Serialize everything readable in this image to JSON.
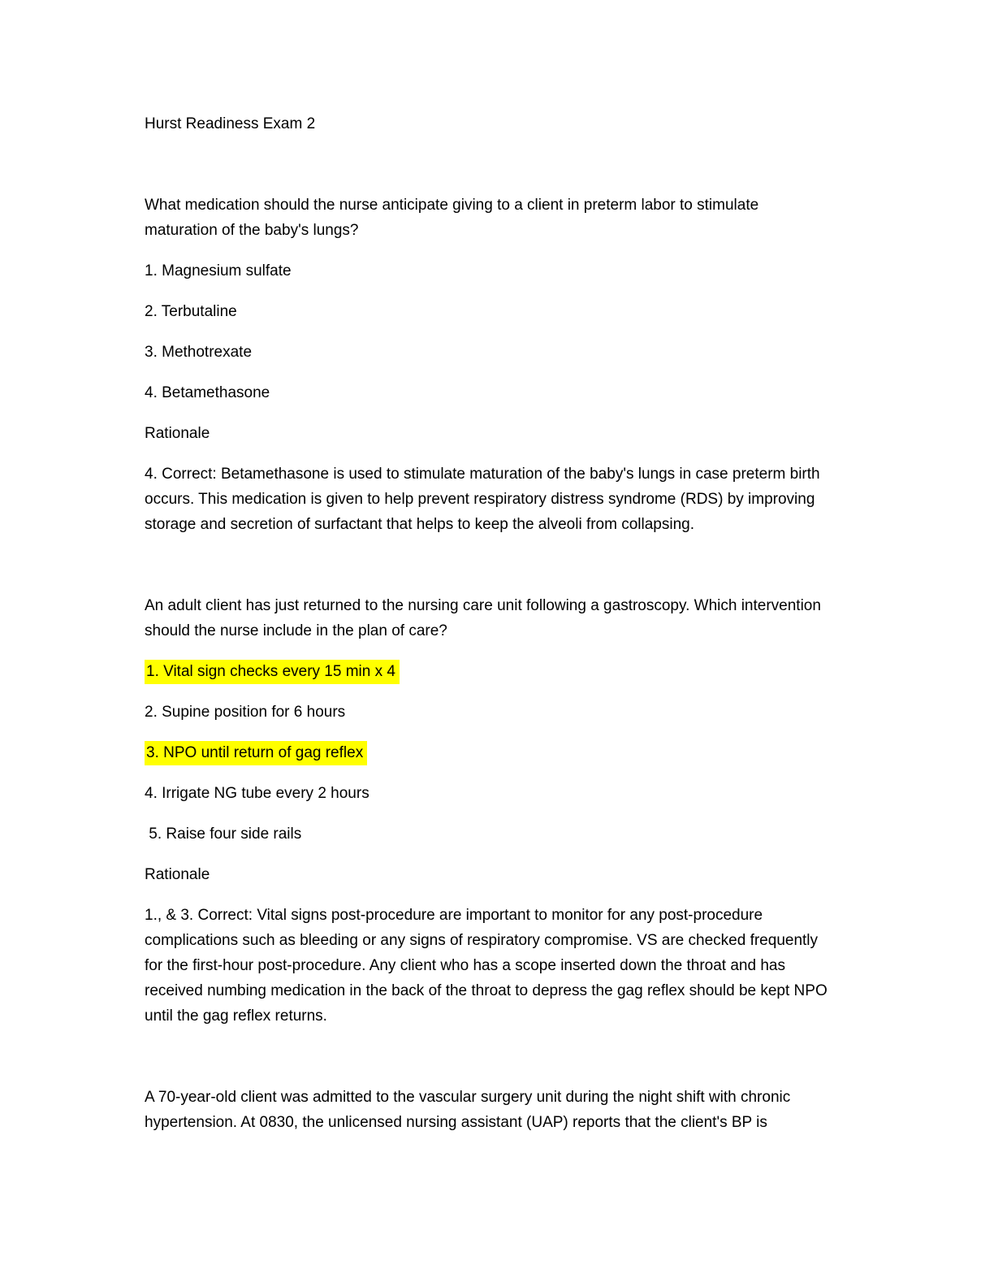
{
  "document": {
    "title": "Hurst Readiness Exam 2",
    "text_color": "#000000",
    "background_color": "#ffffff",
    "highlight_color": "#ffff00"
  },
  "questions": [
    {
      "stem": "What medication should the nurse anticipate giving to a client in preterm labor to stimulate maturation of the baby's lungs?",
      "options": [
        {
          "text": "1. Magnesium sulfate",
          "highlighted": false
        },
        {
          "text": "2. Terbutaline",
          "highlighted": false
        },
        {
          "text": "3. Methotrexate",
          "highlighted": false
        },
        {
          "text": "4. Betamethasone",
          "highlighted": false
        }
      ],
      "rationale_label": "Rationale",
      "rationale": "4. Correct: Betamethasone is used to stimulate maturation of the baby's lungs in case preterm birth occurs. This medication is given to help prevent respiratory distress syndrome (RDS) by improving storage and secretion of surfactant that helps to keep the alveoli from collapsing."
    },
    {
      "stem": "An adult client has just returned to the nursing care unit following a gastroscopy. Which intervention should the nurse include in the plan of care?",
      "options": [
        {
          "text": "1. Vital sign checks every 15 min x 4",
          "highlighted": true
        },
        {
          "text": "2. Supine position for 6 hours",
          "highlighted": false
        },
        {
          "text": "3. NPO until return of gag reflex",
          "highlighted": true
        },
        {
          "text": "4. Irrigate NG tube every 2 hours",
          "highlighted": false
        },
        {
          "text": " 5. Raise four side rails",
          "highlighted": false
        }
      ],
      "rationale_label": "Rationale",
      "rationale": "1., & 3. Correct: Vital signs post-procedure are important to monitor for any post-procedure complications such as bleeding or any signs of respiratory compromise. VS are checked frequently for the first-hour post-procedure. Any client who has a scope inserted down the throat and has received numbing medication in the back of the throat to depress the gag reflex should be kept NPO until the gag reflex returns."
    }
  ],
  "trailing_paragraph": "A 70-year-old client was admitted to the vascular surgery unit during the night shift with chronic hypertension. At 0830, the unlicensed nursing assistant (UAP) reports that the client's BP is"
}
